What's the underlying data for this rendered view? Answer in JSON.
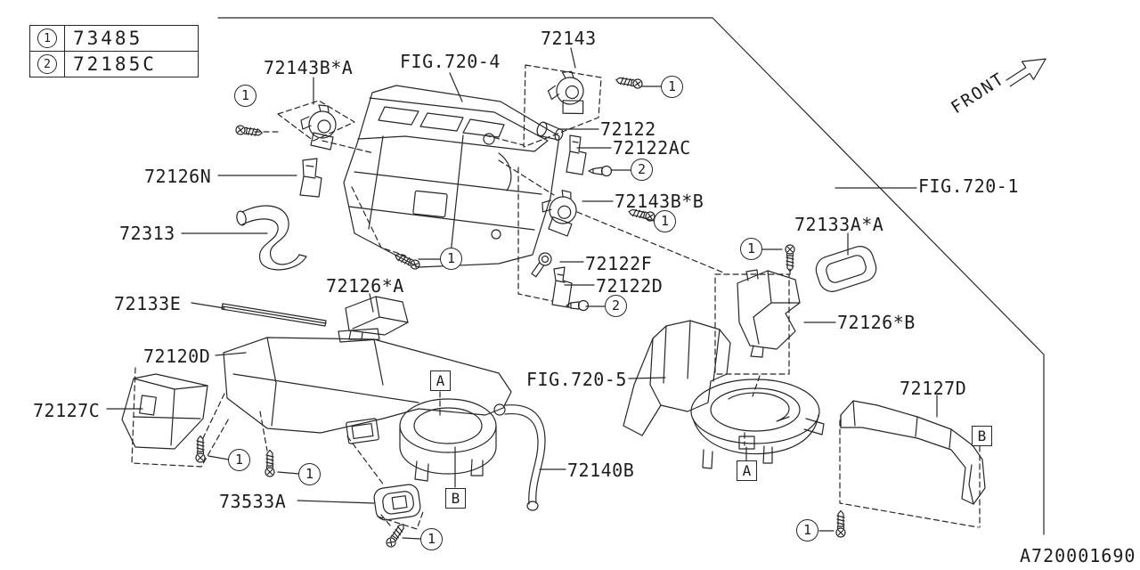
{
  "legend": {
    "rows": [
      {
        "callout": "1",
        "part_number": "73485"
      },
      {
        "callout": "2",
        "part_number": "72185C"
      }
    ]
  },
  "orientation": {
    "front_label": "FRONT"
  },
  "figure_refs": {
    "fig_720_1": "FIG.720-1",
    "fig_720_4": "FIG.720-4",
    "fig_720_5": "FIG.720-5"
  },
  "diagram_id": "A720001690",
  "callouts": {
    "one": "1",
    "two": "2"
  },
  "section_markers": {
    "a": "A",
    "b": "B"
  },
  "part_labels": {
    "72143b_a": "72143B*A",
    "72143": "72143",
    "72122": "72122",
    "72122ac": "72122AC",
    "72143b_b": "72143B*B",
    "72126n": "72126N",
    "72313": "72313",
    "72122f": "72122F",
    "72122d": "72122D",
    "72133e": "72133E",
    "72126_a": "72126*A",
    "72133a_a": "72133A*A",
    "72126_b": "72126*B",
    "72120d": "72120D",
    "72127c": "72127C",
    "73533a": "73533A",
    "72140b": "72140B",
    "72127d": "72127D"
  }
}
